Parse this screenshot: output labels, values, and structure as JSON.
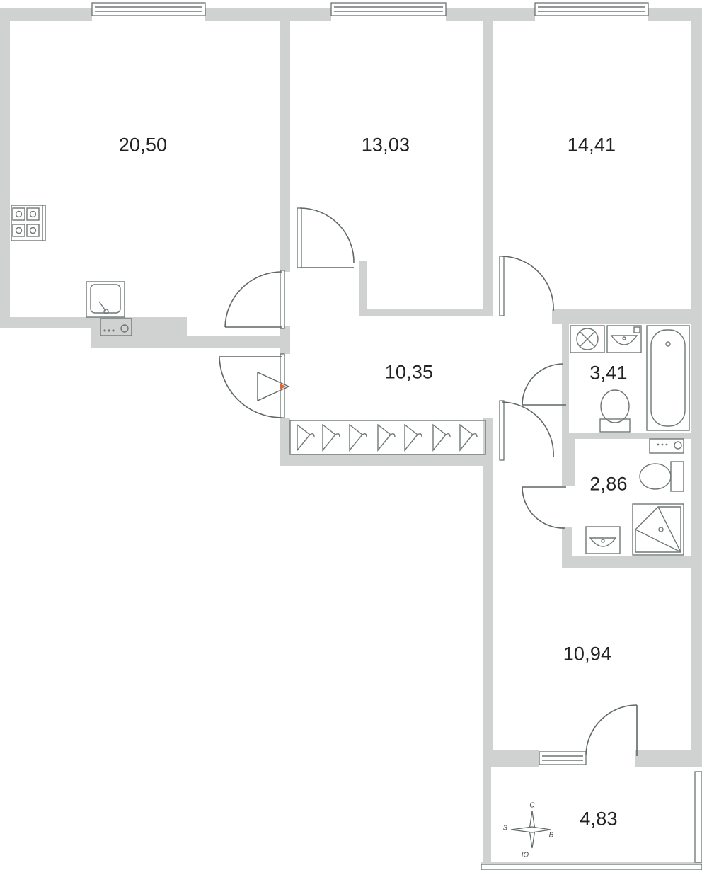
{
  "plan": {
    "rooms": [
      {
        "id": "kitchen-living",
        "area": "20,50"
      },
      {
        "id": "bedroom-1",
        "area": "13,03"
      },
      {
        "id": "bedroom-2",
        "area": "14,41"
      },
      {
        "id": "hallway",
        "area": "10,35"
      },
      {
        "id": "bathroom",
        "area": "3,41"
      },
      {
        "id": "shower-room",
        "area": "2,86"
      },
      {
        "id": "bedroom-3",
        "area": "10,94"
      },
      {
        "id": "balcony",
        "area": "4,83"
      }
    ],
    "compass": {
      "north": "С",
      "south": "Ю",
      "west": "З",
      "east": "В"
    },
    "colors": {
      "wall": "#cfd2d1",
      "line": "#5f6767",
      "entrance_marker": "#e8632a"
    }
  }
}
